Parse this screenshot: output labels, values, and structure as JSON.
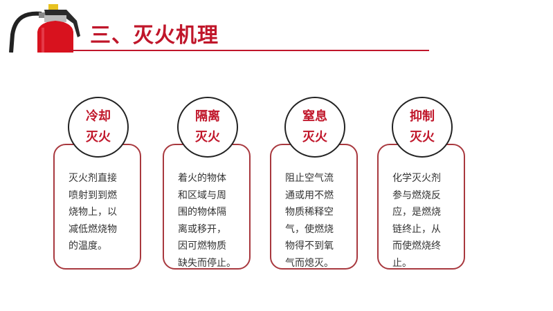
{
  "header": {
    "title": "三、灭火机理"
  },
  "colors": {
    "accent": "#c0162a",
    "card_border": "#a8383e"
  },
  "cards": [
    {
      "title_lines": [
        "冷却",
        "灭火"
      ],
      "lines": [
        "灭火剂直接",
        "喷射到到燃",
        "烧物上，以",
        "减低燃烧物",
        "的温度。"
      ]
    },
    {
      "title_lines": [
        "隔离",
        "灭火"
      ],
      "lines": [
        "着火的物体",
        "和区域与周",
        "围的物体隔",
        "离或移开，",
        "因可燃物质",
        "缺失而停止。"
      ]
    },
    {
      "title_lines": [
        "窒息",
        "灭火"
      ],
      "lines": [
        "阻止空气流",
        "通或用不燃",
        "物质稀释空",
        "气，使燃烧",
        "物得不到氧",
        "气而熄灭。"
      ]
    },
    {
      "title_lines": [
        "抑制",
        "灭火"
      ],
      "lines": [
        "化学灭火剂",
        "参与燃烧反",
        "应，是燃烧",
        "链终止，从",
        "而使燃烧终",
        "止。"
      ]
    }
  ]
}
